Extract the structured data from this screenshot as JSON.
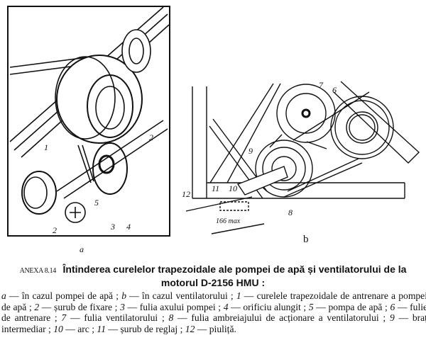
{
  "figure_a": {
    "label": "a",
    "callouts": [
      "1",
      "2",
      "2",
      "3",
      "4",
      "5"
    ]
  },
  "figure_b": {
    "label": "b",
    "callouts": [
      "6",
      "7",
      "8",
      "9",
      "10",
      "11",
      "12"
    ],
    "dimension": "166 max"
  },
  "caption": {
    "number": "ANEXA 8.14",
    "title": "Întinderea curelelor trapezoidale ale pompei de apă și ventilatorului de la motorul D-2156 HMU :",
    "legend": [
      {
        "key": "a",
        "text": "în cazul pompei de apă ;"
      },
      {
        "key": "b",
        "text": "în cazul ventilatorului ;"
      },
      {
        "key": "1",
        "text": "curelele trapezoidale de antrenare a pompei de apă ;"
      },
      {
        "key": "2",
        "text": "șurub de fixare ;"
      },
      {
        "key": "3",
        "text": "fulia axului pompei ;"
      },
      {
        "key": "4",
        "text": "orificiu alungit ;"
      },
      {
        "key": "5",
        "text": "pompa de apă ;"
      },
      {
        "key": "6",
        "text": "fulie de antrenare ;"
      },
      {
        "key": "7",
        "text": "fulia ventilatorului ;"
      },
      {
        "key": "8",
        "text": "fulia ambreiajului de acționare a ventilatorului ;"
      },
      {
        "key": "9",
        "text": "braț intermediar ;"
      },
      {
        "key": "10",
        "text": "arc ;"
      },
      {
        "key": "11",
        "text": "șurub de reglaj ;"
      },
      {
        "key": "12",
        "text": "piuliță."
      }
    ]
  }
}
